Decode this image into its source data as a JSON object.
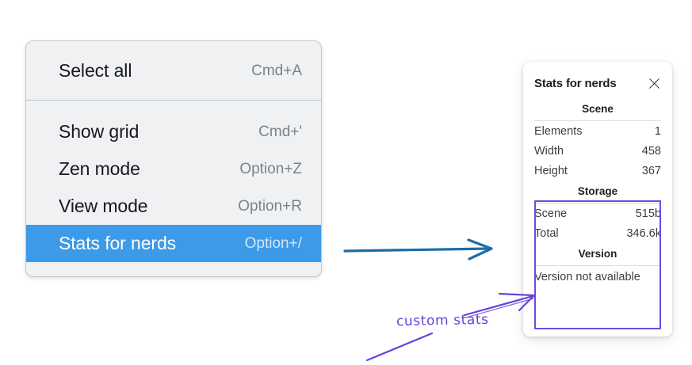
{
  "context_menu": {
    "groups": [
      {
        "items": [
          {
            "label": "Select all",
            "shortcut": "Cmd+A",
            "selected": false
          }
        ]
      },
      {
        "items": [
          {
            "label": "Show grid",
            "shortcut": "Cmd+'",
            "selected": false
          },
          {
            "label": "Zen mode",
            "shortcut": "Option+Z",
            "selected": false
          },
          {
            "label": "View mode",
            "shortcut": "Option+R",
            "selected": false
          },
          {
            "label": "Stats for nerds",
            "shortcut": "Option+/",
            "selected": true
          }
        ]
      }
    ],
    "colors": {
      "background": "#f0f1f3",
      "selected_background": "#3d9ae8",
      "divider": "#b9c2cb"
    }
  },
  "stats_panel": {
    "title": "Stats for nerds",
    "close_icon": "close-icon",
    "sections": [
      {
        "heading": "Scene",
        "rows": [
          {
            "key": "Elements",
            "value": "1"
          },
          {
            "key": "Width",
            "value": "458"
          },
          {
            "key": "Height",
            "value": "367"
          }
        ]
      },
      {
        "heading": "Storage",
        "rows": [
          {
            "key": "Scene",
            "value": "515b"
          },
          {
            "key": "Total",
            "value": "346.6k"
          }
        ]
      },
      {
        "heading": "Version",
        "note": "Version not available"
      }
    ]
  },
  "annotations": {
    "handwritten_label": "custom stats",
    "arrow_blue_color": "#1b6ca8",
    "arrow_purple_color": "#6741d9",
    "highlight_color": "#7048e8"
  }
}
